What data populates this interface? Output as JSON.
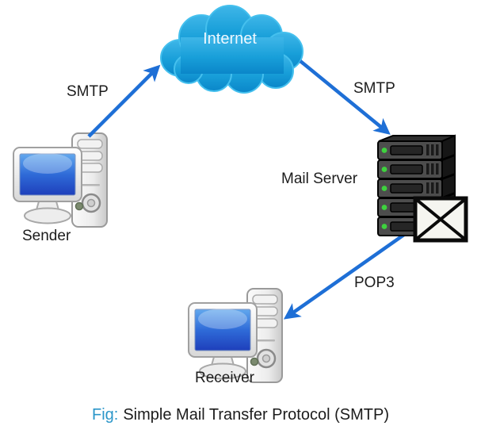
{
  "nodes": {
    "internet": {
      "label": "Internet",
      "icon": "cloud-icon"
    },
    "sender": {
      "label": "Sender",
      "icon": "desktop-computer-icon"
    },
    "mail_server": {
      "label": "Mail Server",
      "icon": "server-stack-icon",
      "badge_icon": "envelope-icon"
    },
    "receiver": {
      "label": "Receiver",
      "icon": "desktop-computer-icon"
    }
  },
  "edges": {
    "sender_to_internet": {
      "label": "SMTP",
      "from": "sender",
      "to": "internet"
    },
    "internet_to_mail_server": {
      "label": "SMTP",
      "from": "internet",
      "to": "mail_server"
    },
    "mail_server_to_receiver": {
      "label": "POP3",
      "from": "mail_server",
      "to": "receiver"
    }
  },
  "caption": {
    "prefix": "Fig:",
    "text": "Simple Mail Transfer Protocol (SMTP)"
  },
  "colors": {
    "arrow_blue": "#1e6fd6",
    "cloud_top": "#3fb6e8",
    "cloud_bottom": "#0a86c9",
    "cloud_rim": "#45c0ee",
    "internet_text": "#eef8ff",
    "caption_prefix_blue": "#2b96c9",
    "label_text": "#1c1c1c",
    "server_led_green": "#3ed23e",
    "screen_blue_top": "#62a8ee",
    "screen_blue_bottom": "#1e3fbb"
  }
}
